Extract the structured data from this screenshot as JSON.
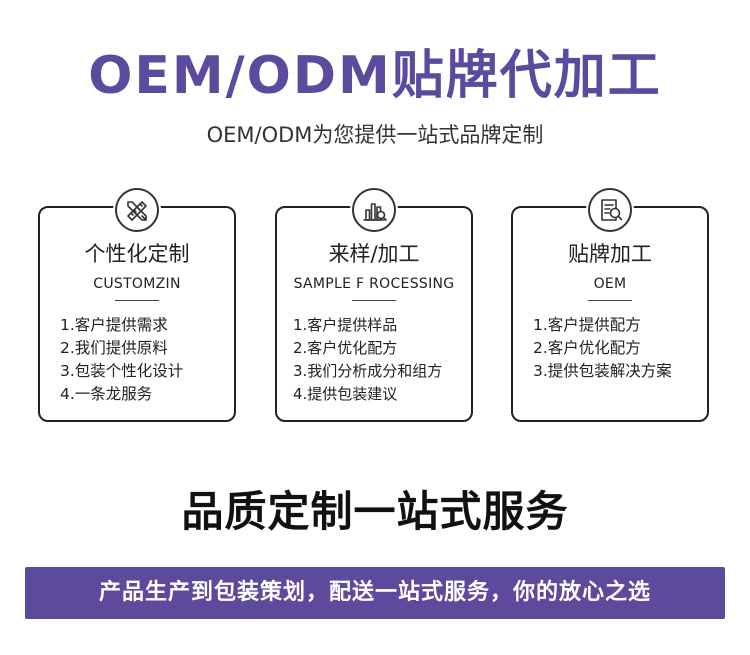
{
  "header": {
    "title": "OEM/ODM贴牌代加工",
    "title_color": "#5b4a9e",
    "subtitle": "OEM/ODM为您提供一站式品牌定制"
  },
  "cards": [
    {
      "icon": "ruler-pencil-icon",
      "title": "个性化定制",
      "subtitle": "CUSTOMZIN",
      "items": [
        "1.客户提供需求",
        "2.我们提供原料",
        "3.包装个性化设计",
        "4.一条龙服务"
      ]
    },
    {
      "icon": "chart-magnifier-icon",
      "title": "来样/加工",
      "subtitle": "SAMPLE F ROCESSING",
      "items": [
        "1.客户提供样品",
        "2.客户优化配方",
        "3.我们分析成分和组方",
        "4.提供包装建议"
      ]
    },
    {
      "icon": "document-search-icon",
      "title": "贴牌加工",
      "subtitle": "OEM",
      "items": [
        "1.客户提供配方",
        "2.客户优化配方",
        "3.提供包装解决方案"
      ]
    }
  ],
  "slogan": "品质定制一站式服务",
  "banner": {
    "text": "产品生产到包装策划，配送一站式服务，你的放心之选",
    "color": "#5c4a9c"
  }
}
